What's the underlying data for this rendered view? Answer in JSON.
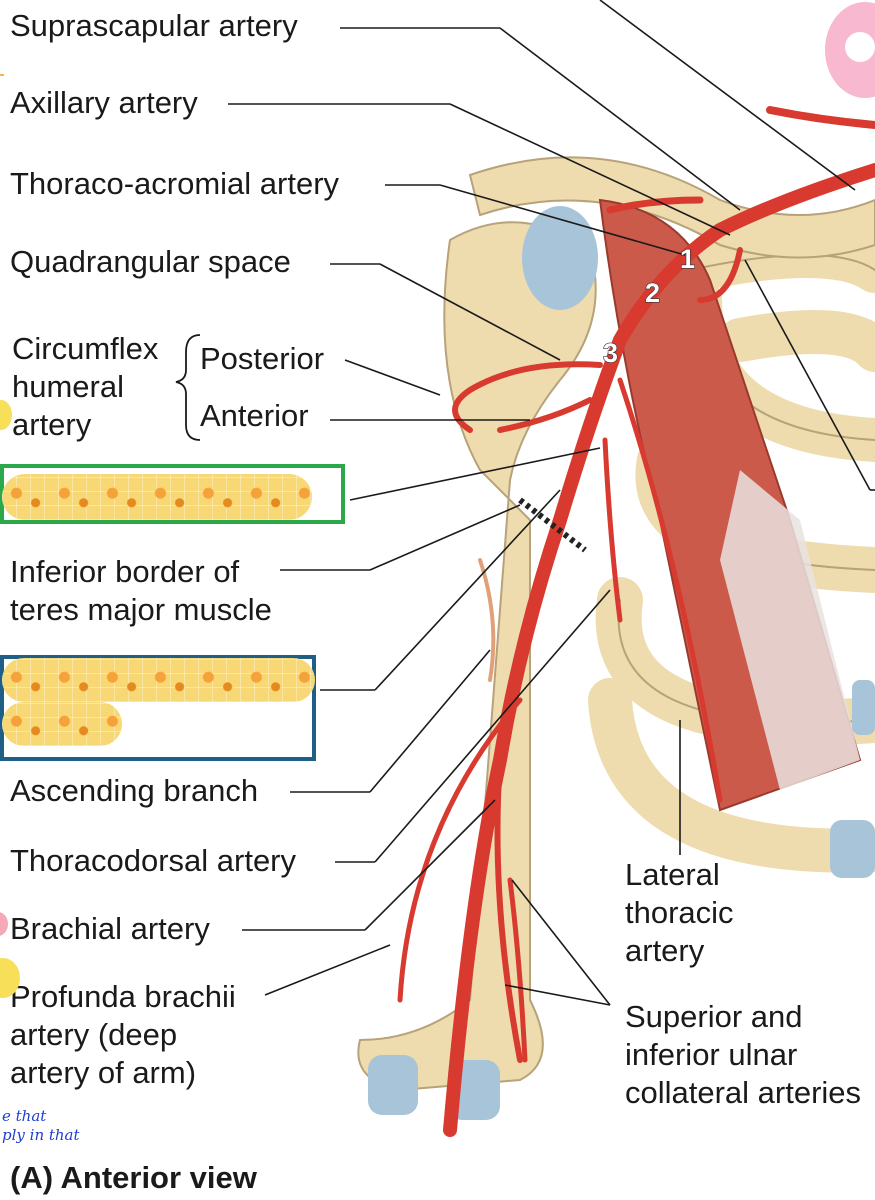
{
  "labels": {
    "suprascapular": "Suprascapular artery",
    "axillary": "Axillary artery",
    "thoraco_acromial": "Thoraco-acromial artery",
    "quadrangular": "Quadrangular space",
    "circumflex_line1": "Circumflex",
    "circumflex_line2": "humeral",
    "circumflex_line3": "artery",
    "posterior": "Posterior",
    "anterior": "Anterior",
    "inferior_border_line1": "Inferior border of",
    "inferior_border_line2": "teres major muscle",
    "ascending_branch": "Ascending branch",
    "thoracodorsal": "Thoracodorsal artery",
    "brachial": "Brachial artery",
    "profunda_line1": "Profunda brachii",
    "profunda_line2": "artery (deep",
    "profunda_line3": "artery of arm)",
    "lateral_line1": "Lateral",
    "lateral_line2": "thoracic",
    "lateral_line3": "artery",
    "ulnar_line1": "Superior and",
    "ulnar_line2": "inferior ulnar",
    "ulnar_line3": "collateral arteries"
  },
  "segment_numbers": [
    "1",
    "2",
    "3"
  ],
  "caption": "(A) Anterior view",
  "handwriting": {
    "line1": "e that",
    "line2": "ply in that"
  },
  "colors": {
    "artery": "#d83a30",
    "bone": "#eedcae",
    "muscle": "#cc5a4a",
    "cartilage": "#a8c4d8",
    "green_box": "#2aa84a",
    "blue_box": "#1f5f85"
  }
}
